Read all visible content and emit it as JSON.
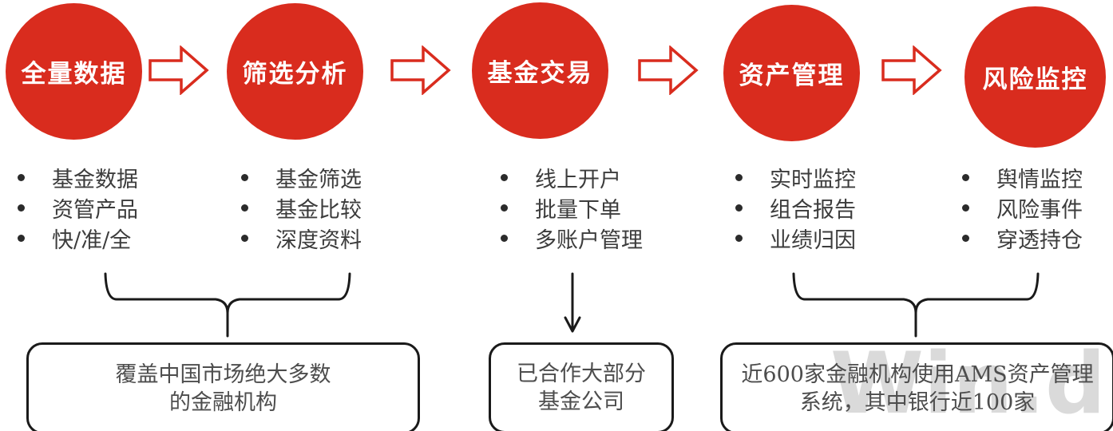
{
  "colors": {
    "accent_red": "#D92C1E",
    "list_text": "#3c3c3c",
    "box_text": "#4d4d4d",
    "line_black": "#1a1a1a",
    "watermark_gray": "#dadada"
  },
  "steps": [
    {
      "title": "全量数据",
      "items": [
        "基金数据",
        "资管产品",
        "快/准/全"
      ]
    },
    {
      "title": "筛选分析",
      "items": [
        "基金筛选",
        "基金比较",
        "深度资料"
      ]
    },
    {
      "title": "基金交易",
      "items": [
        "线上开户",
        "批量下单",
        "多账户管理"
      ]
    },
    {
      "title": "资产管理",
      "items": [
        "实时监控",
        "组合报告",
        "业绩归因"
      ]
    },
    {
      "title": "风险监控",
      "items": [
        "舆情监控",
        "风险事件",
        "穿透持仓"
      ]
    }
  ],
  "callouts": [
    {
      "lines": [
        "覆盖中国市场绝大多数",
        "的金融机构"
      ]
    },
    {
      "lines": [
        "已合作大部分",
        "基金公司"
      ]
    },
    {
      "lines": [
        "近600家金融机构使用AMS资产管理",
        "系统，其中银行近100家"
      ]
    }
  ],
  "watermark": "Win.d"
}
